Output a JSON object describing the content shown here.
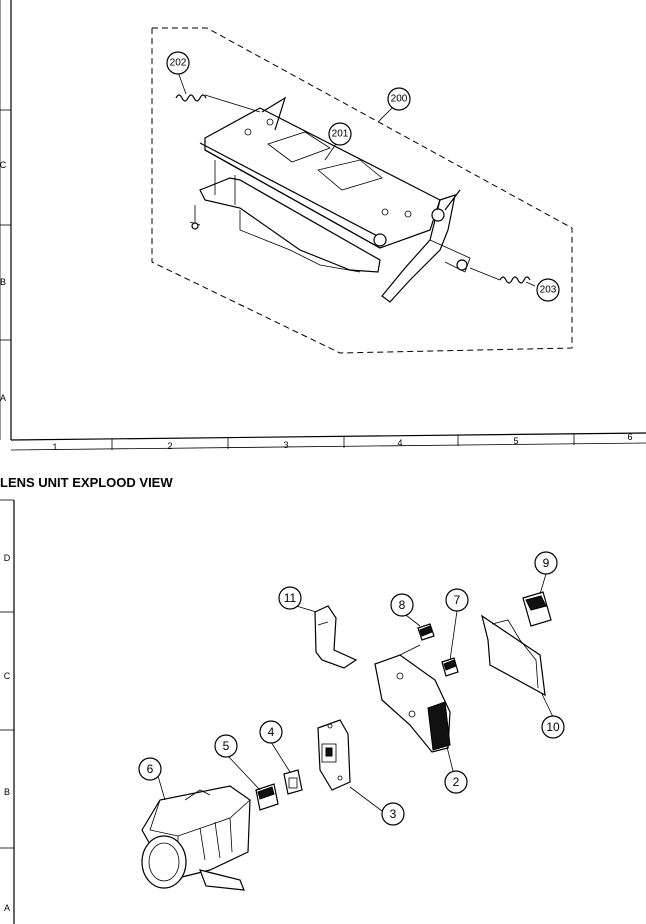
{
  "upper_assembly": {
    "callouts": [
      "200",
      "201",
      "202",
      "203"
    ]
  },
  "upper_frame": {
    "bottom_ruler": [
      "1",
      "2",
      "3",
      "4",
      "5",
      "6"
    ],
    "side_ruler": [
      "C",
      "B",
      "A"
    ]
  },
  "section_title": "LENS UNIT EXPLOOD VIEW",
  "lower_frame": {
    "side_ruler": [
      "D",
      "C",
      "B",
      "A"
    ]
  },
  "lower_assembly": {
    "callouts": [
      "2",
      "3",
      "4",
      "5",
      "6",
      "7",
      "8",
      "9",
      "10",
      "11"
    ]
  }
}
